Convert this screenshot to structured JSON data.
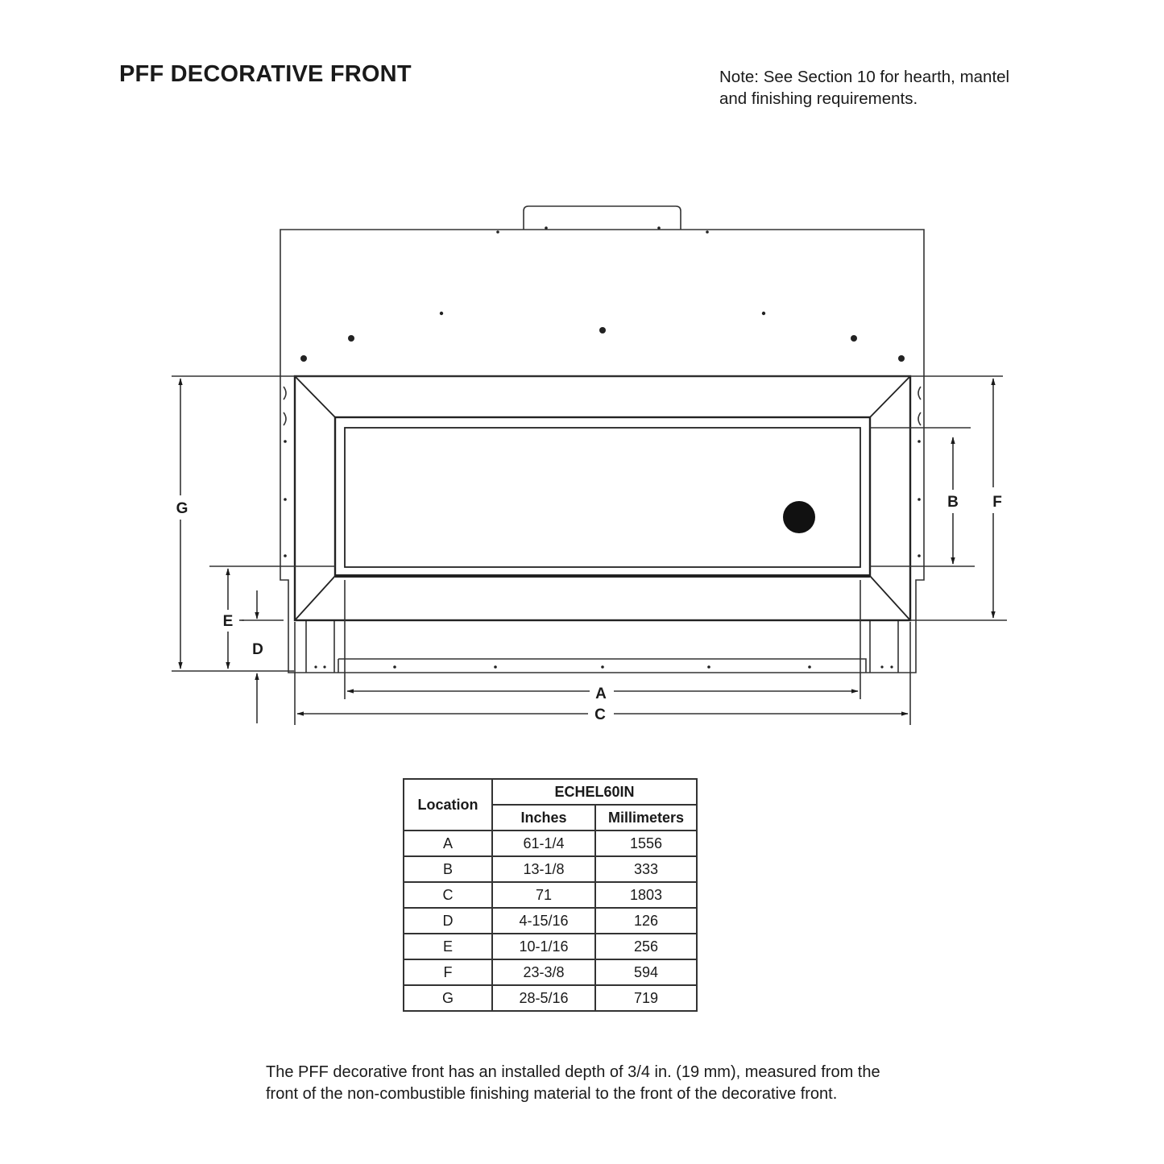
{
  "title": "PFF DECORATIVE FRONT",
  "note": {
    "line1": "Note:  See Section 10 for hearth, mantel",
    "line2": "and finishing requirements."
  },
  "dimension_labels": {
    "A": "A",
    "B": "B",
    "C": "C",
    "D": "D",
    "E": "E",
    "F": "F",
    "G": "G"
  },
  "table": {
    "location_header": "Location",
    "model_header": "ECHEL60IN",
    "inches_header": "Inches",
    "mm_header": "Millimeters",
    "rows": [
      {
        "location": "A",
        "inches": "61-1/4",
        "mm": "1556"
      },
      {
        "location": "B",
        "inches": "13-1/8",
        "mm": "333"
      },
      {
        "location": "C",
        "inches": "71",
        "mm": "1803"
      },
      {
        "location": "D",
        "inches": "4-15/16",
        "mm": "126"
      },
      {
        "location": "E",
        "inches": "10-1/16",
        "mm": "256"
      },
      {
        "location": "F",
        "inches": "23-3/8",
        "mm": "594"
      },
      {
        "location": "G",
        "inches": "28-5/16",
        "mm": "719"
      }
    ]
  },
  "footer": {
    "line1": "The PFF decorative front has an installed depth of 3/4 in. (19 mm), measured from the",
    "line2": "front of the non-combustible finishing material to the front of the decorative front."
  }
}
